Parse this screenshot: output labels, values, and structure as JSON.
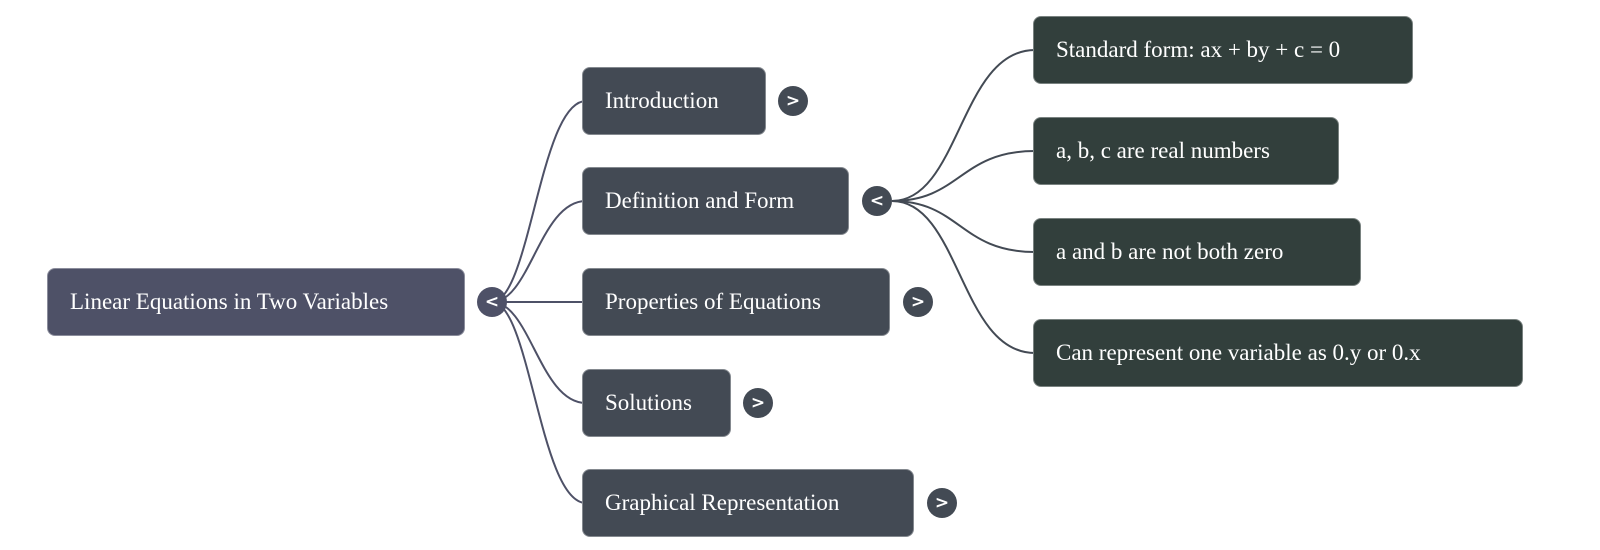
{
  "mindmap": {
    "root": {
      "label": "Linear Equations in Two Variables",
      "toggle": "<",
      "expanded": true,
      "color": "#4e5167"
    },
    "children": [
      {
        "label": "Introduction",
        "toggle": ">",
        "expanded": false
      },
      {
        "label": "Definition and Form",
        "toggle": "<",
        "expanded": true,
        "children": [
          {
            "label": "Standard form: ax + by + c = 0"
          },
          {
            "label": "a, b, c are real numbers"
          },
          {
            "label": "a and b are not both zero"
          },
          {
            "label": "Can represent one variable as 0.y or 0.x"
          }
        ]
      },
      {
        "label": "Properties of Equations",
        "toggle": ">",
        "expanded": false
      },
      {
        "label": "Solutions",
        "toggle": ">",
        "expanded": false
      },
      {
        "label": "Graphical Representation",
        "toggle": ">",
        "expanded": false
      }
    ],
    "colors": {
      "root": "#4e5167",
      "level1": "#434a54",
      "level2": "#323f3c",
      "link_root": "#4e5167",
      "link_level1": "#434a54"
    }
  }
}
